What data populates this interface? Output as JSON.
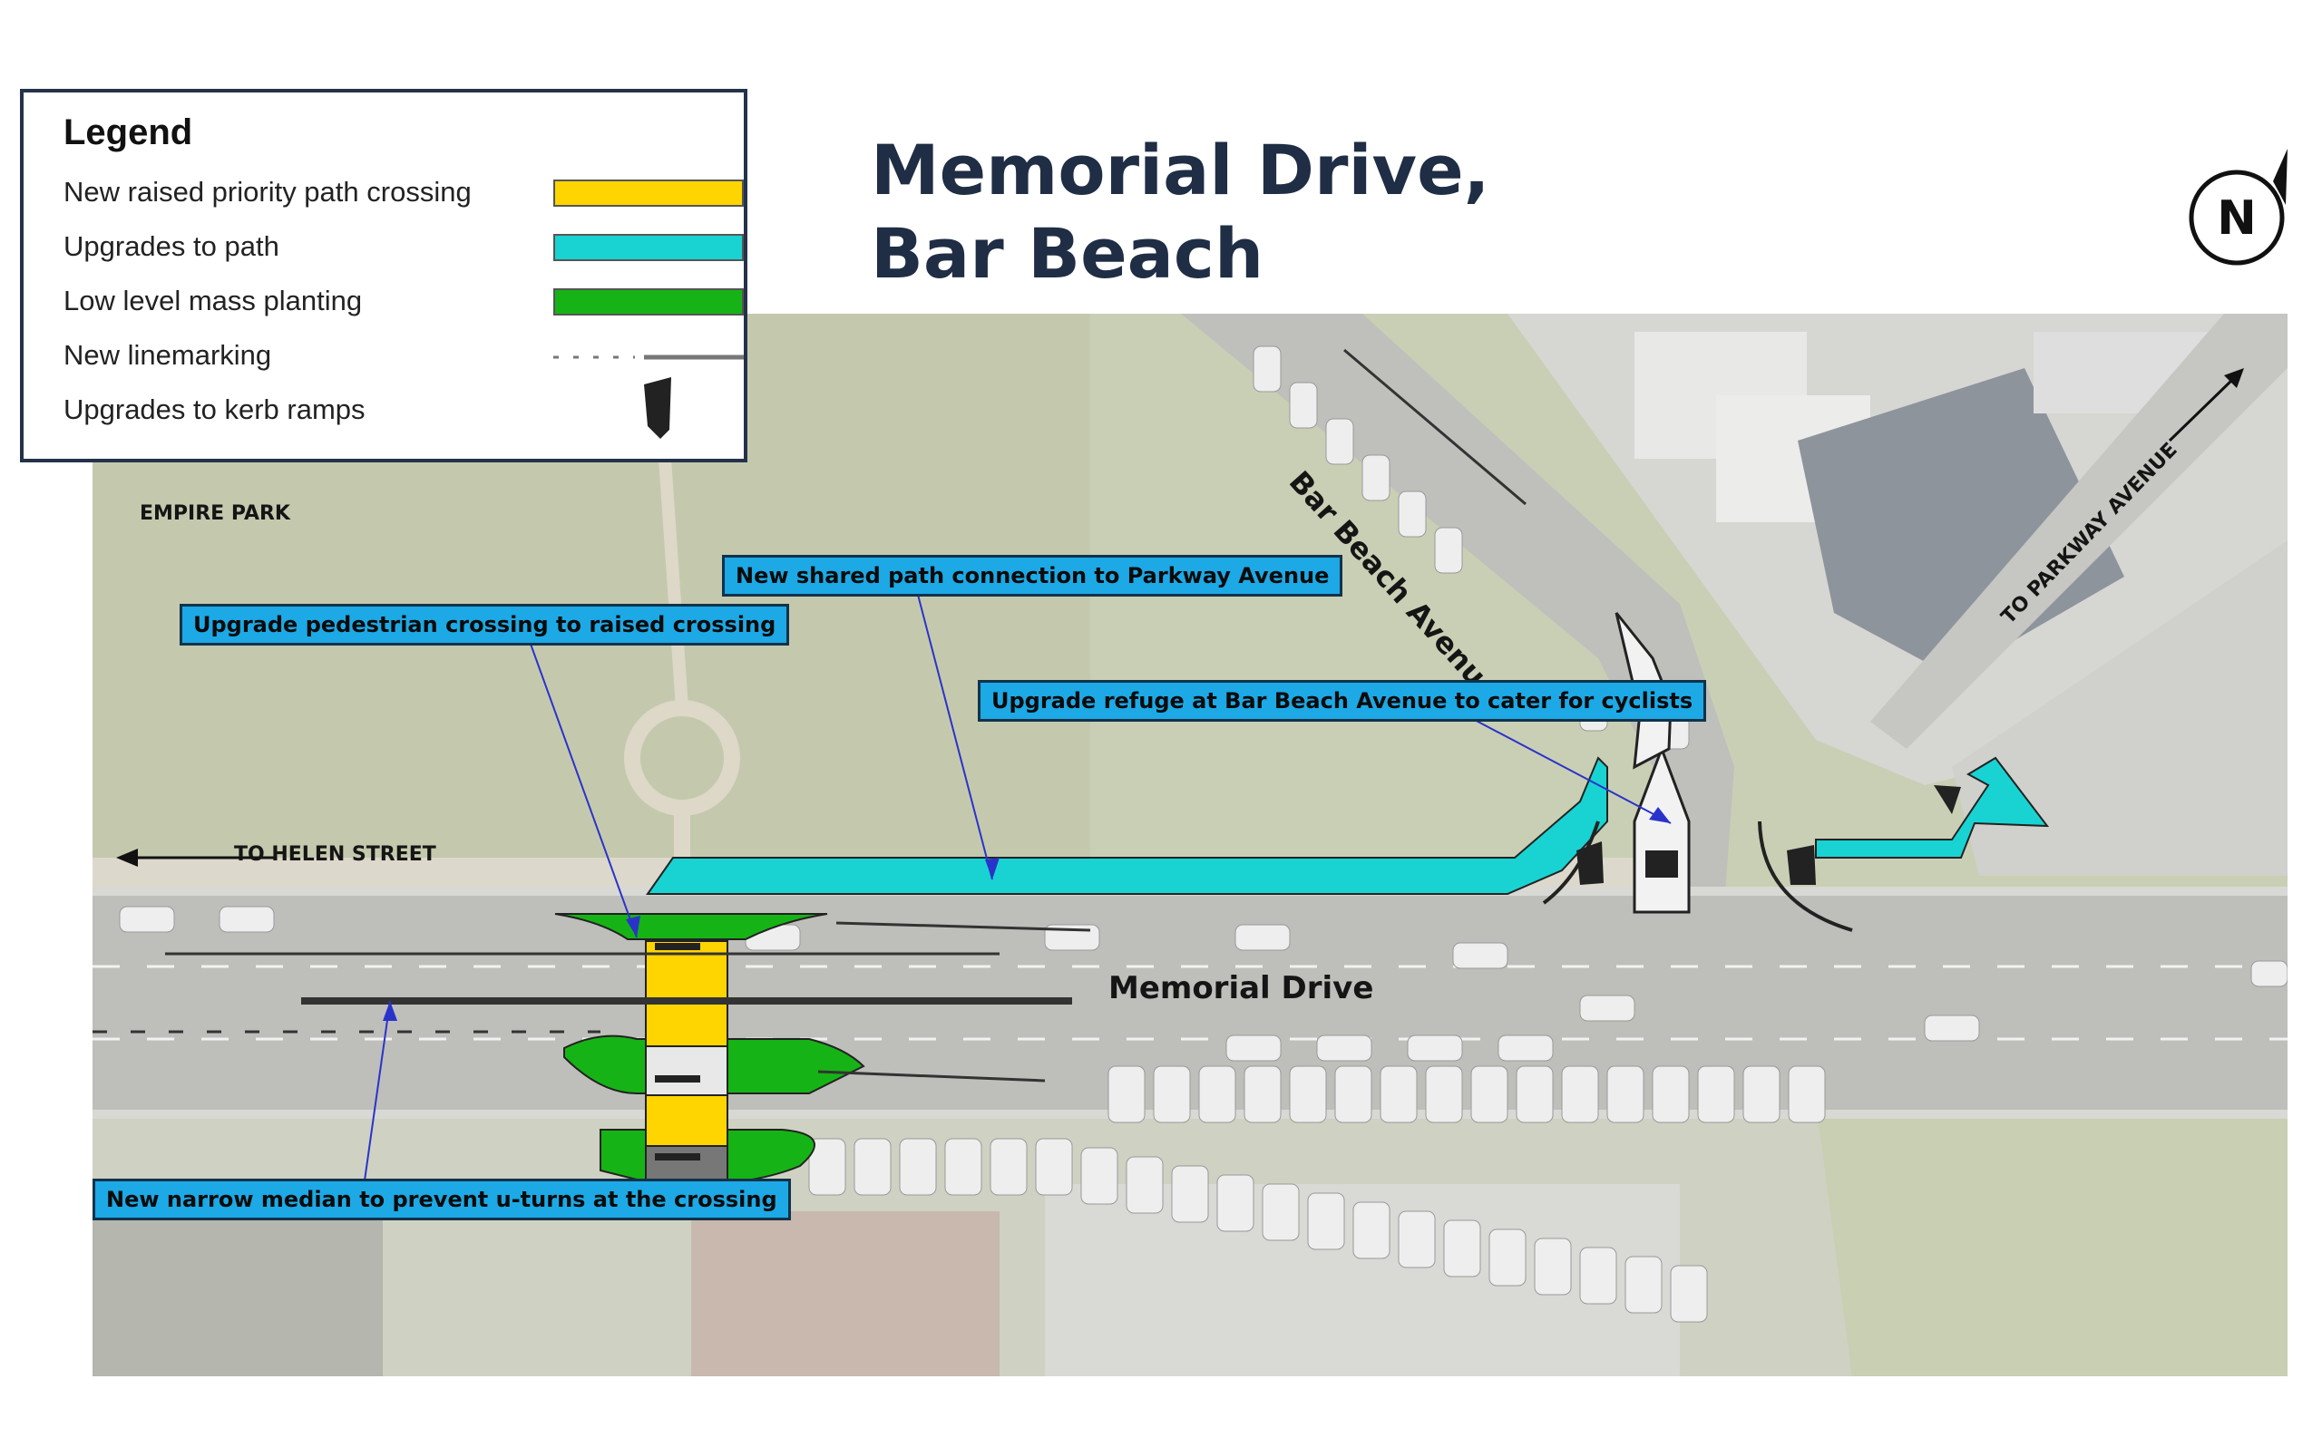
{
  "title": {
    "line1": "Memorial Drive,",
    "line2": "Bar Beach"
  },
  "legend": {
    "heading": "Legend",
    "items": [
      {
        "label": "New raised priority path crossing",
        "color": "#ffd500"
      },
      {
        "label": "Upgrades to path",
        "color": "#19d3d3"
      },
      {
        "label": "Low level mass planting",
        "color": "#16b316"
      },
      {
        "label": "New linemarking",
        "color": "#888888"
      },
      {
        "label": "Upgrades to kerb ramps",
        "color": "#222222"
      }
    ]
  },
  "north": {
    "label": "N",
    "icon": "north-arrow-icon"
  },
  "places": {
    "empire_park": "EMPIRE PARK",
    "helen_street": "TO HELEN STREET",
    "parkway_avenue": "TO PARKWAY AVENUE",
    "bar_beach_avenue": "Bar Beach Avenue",
    "memorial_drive": "Memorial Drive"
  },
  "callouts": {
    "shared_path": "New shared path connection to Parkway Avenue",
    "ped_crossing": "Upgrade pedestrian crossing to raised crossing",
    "refuge": "Upgrade refuge at Bar Beach Avenue to cater for cyclists",
    "median": "New narrow median to prevent u-turns at the crossing"
  },
  "colors": {
    "crossing": "#ffd500",
    "path": "#19d3d3",
    "planting": "#16b316",
    "callout_bg": "#1ca9e6",
    "title": "#1f2d45"
  }
}
